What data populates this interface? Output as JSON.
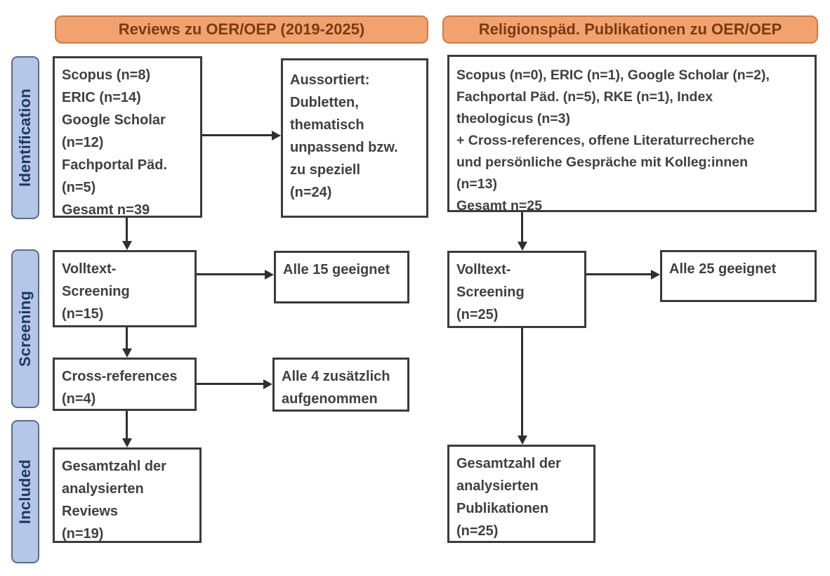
{
  "headers": {
    "left": "Reviews zu OER/OEP (2019-2025)",
    "right": "Religionspäd. Publikationen zu OER/OEP"
  },
  "stages": [
    {
      "label": "Identification"
    },
    {
      "label": "Screening"
    },
    {
      "label": "Included"
    }
  ],
  "left_flow": {
    "identification_sources": "Scopus (n=8)\nERIC (n=14)\nGoogle Scholar\n(n=12)\nFachportal Päd.\n(n=5)\nGesamt n=39",
    "excluded": "Aussortiert:\nDubletten,\nthematisch\nunpassend bzw.\nzu speziell\n(n=24)",
    "fulltext_screening": "Volltext-\nScreening\n(n=15)",
    "screening_result": "Alle 15 geeignet",
    "cross_references": "Cross-references\n(n=4)",
    "cross_references_result": "Alle 4 zusätzlich\naufgenommen",
    "included_total": "Gesamtzahl der\nanalysierten\nReviews\n(n=19)"
  },
  "right_flow": {
    "identification_sources": "Scopus (n=0), ERIC (n=1), Google Scholar (n=2),\nFachportal Päd. (n=5), RKE (n=1), Index\ntheologicus (n=3)\n+ Cross-references, offene Literaturrecherche\nund persönliche Gespräche mit Kolleg:innen\n(n=13)\nGesamt n=25",
    "fulltext_screening": "Volltext-\nScreening\n(n=25)",
    "screening_result": "Alle 25 geeignet",
    "included_total": "Gesamtzahl der\nanalysierten\nPublikationen\n(n=25)"
  },
  "colors": {
    "header_fill": "#f1a26f",
    "header_border": "#cf7b47",
    "header_text": "#7b3a12",
    "stage_fill": "#b4c7e7",
    "stage_border": "#5a6b8c",
    "stage_text": "#1f3864",
    "box_border": "#3b3b3b",
    "box_text": "#404040",
    "arrow": "#2f2f2f",
    "background": "#ffffff"
  }
}
